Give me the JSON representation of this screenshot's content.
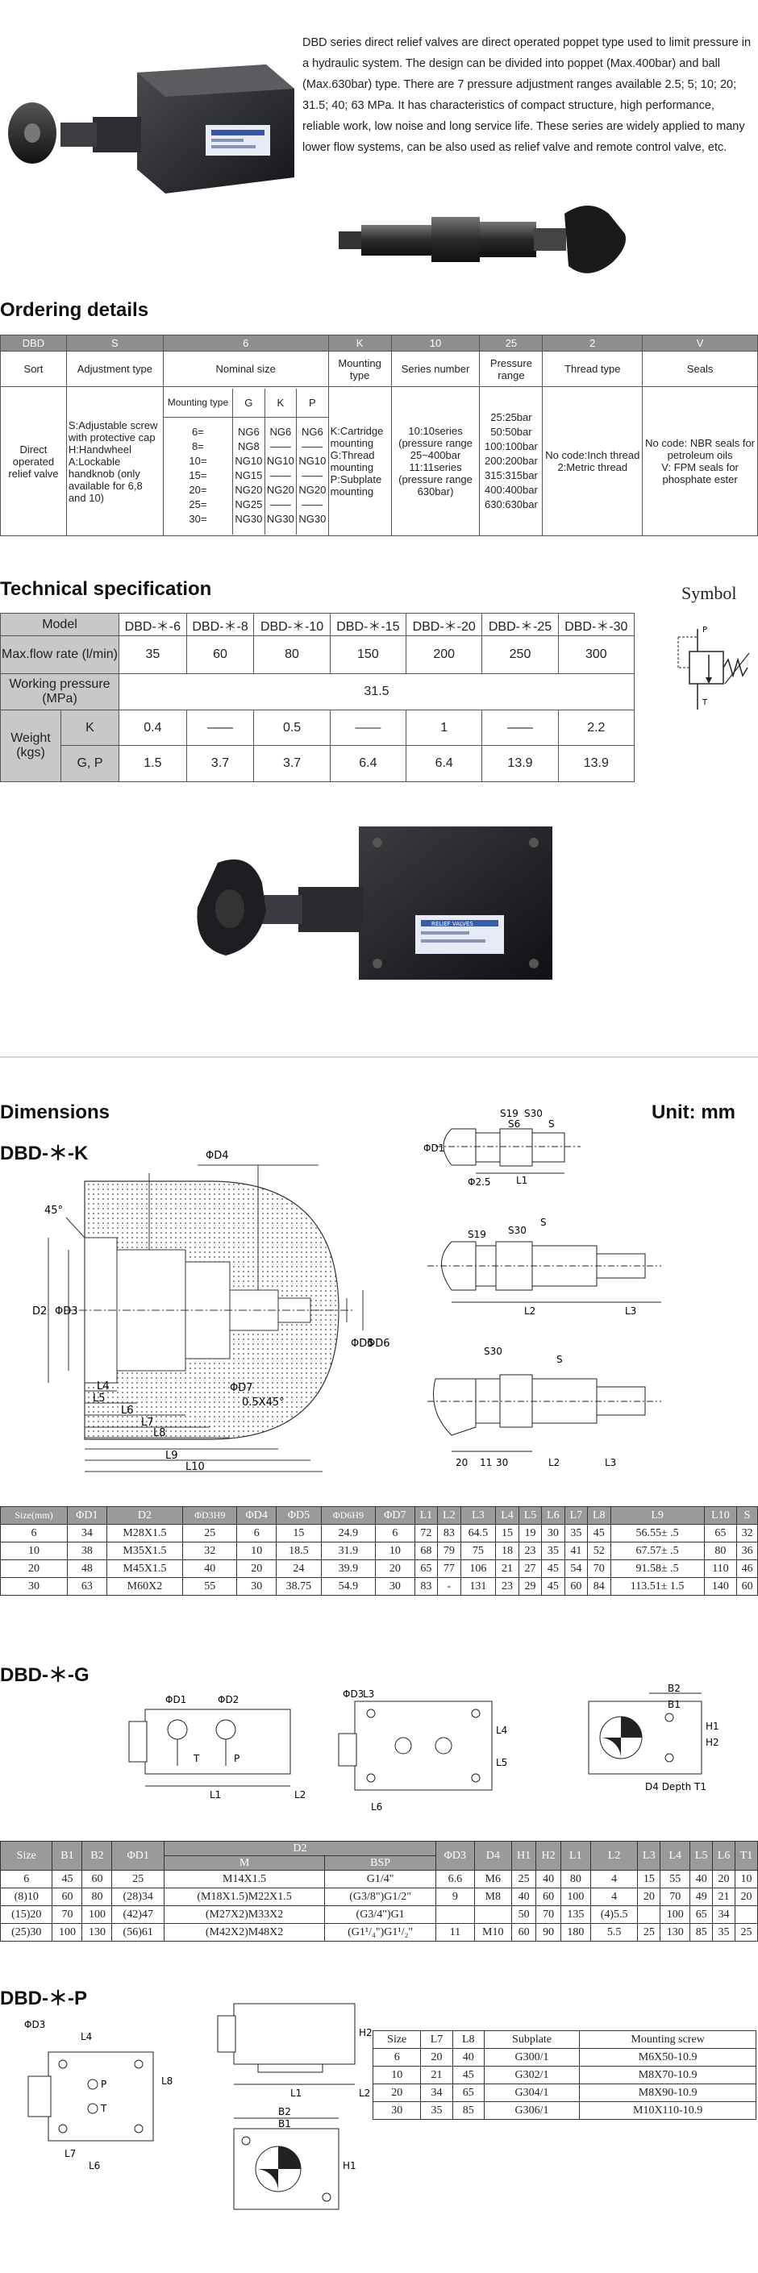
{
  "intro": {
    "text": "DBD series direct relief valves are direct operated poppet type used to limit pressure in a hydraulic system. The design can be divided into poppet (Max.400bar) and ball (Max.630bar) type. There are 7 pressure adjustment ranges available 2.5; 5; 10; 20; 31.5; 40; 63 MPa. It has characteristics of compact structure, high performance, reliable work, low noise and long service life. These series are widely applied to many lower flow systems, can be also used as relief valve and remote control valve, etc.",
    "label_plate": "RELIEF VALVES"
  },
  "ordering": {
    "title": "Ordering details",
    "code_row": [
      "DBD",
      "S",
      "6",
      "K",
      "10",
      "25",
      "2",
      "V"
    ],
    "head_row": [
      "Sort",
      "Adjustment type",
      "Nominal size",
      "Mounting type",
      "Series number",
      "Pressure range",
      "Thread type",
      "Seals"
    ],
    "sort": "Direct operated relief valve",
    "adjust": [
      "S:Adjustable screw with protective cap",
      "H:Handwheel",
      "A:Lockable handknob (only available for 6,8 and 10)"
    ],
    "nominal_head": [
      "Mounting type",
      "G",
      "K",
      "P"
    ],
    "nominal_rows": [
      [
        "6=",
        "NG6",
        "NG6",
        "NG6"
      ],
      [
        "8=",
        "NG8",
        "——",
        "——"
      ],
      [
        "10=",
        "NG10",
        "NG10",
        "NG10"
      ],
      [
        "15=",
        "NG15",
        "——",
        "——"
      ],
      [
        "20=",
        "NG20",
        "NG20",
        "NG20"
      ],
      [
        "25=",
        "NG25",
        "——",
        "——"
      ],
      [
        "30=",
        "NG30",
        "NG30",
        "NG30"
      ]
    ],
    "mounting": [
      "K:Cartridge mounting",
      "G:Thread mounting",
      "P:Subplate mounting"
    ],
    "series": [
      "10:10series (pressure range 25~400bar",
      "11:11series (pressure range 630bar)"
    ],
    "pressure": [
      "25:25bar",
      "50:50bar",
      "100:100bar",
      "200:200bar",
      "315:315bar",
      "400:400bar",
      "630:630bar"
    ],
    "thread": [
      "No code:Inch thread",
      "2:Metric thread"
    ],
    "seals": [
      "No code: NBR seals for petroleum oils",
      "V: FPM seals for phosphate ester"
    ]
  },
  "tech": {
    "title": "Technical specification",
    "symbol_label": "Symbol",
    "symbol_p": "P",
    "symbol_t": "T",
    "model_label": "Model",
    "models": [
      "DBD-＊-6",
      "DBD-＊-8",
      "DBD-＊-10",
      "DBD-＊-15",
      "DBD-＊-20",
      "DBD-＊-25",
      "DBD-＊-30"
    ],
    "flow_label": "Max.flow rate (l/min)",
    "flow": [
      "35",
      "60",
      "80",
      "150",
      "200",
      "250",
      "300"
    ],
    "wp_label": "Working pressure (MPa)",
    "wp": "31.5",
    "weight_label": "Weight (kgs)",
    "k_label": "K",
    "k": [
      "0.4",
      "——",
      "0.5",
      "——",
      "1",
      "——",
      "2.2"
    ],
    "gp_label": "G, P",
    "gp": [
      "1.5",
      "3.7",
      "3.7",
      "6.4",
      "6.4",
      "13.9",
      "13.9"
    ]
  },
  "dims": {
    "title": "Dimensions",
    "unit": "Unit: mm",
    "k_title": "DBD-＊-K",
    "k_labels": [
      "ΦD4",
      "45°",
      "D2",
      "ΦD3",
      "ΦD5",
      "ΦD6",
      "L4",
      "L5",
      "L6",
      "L7",
      "L8",
      "L9",
      "L10",
      "ΦD7",
      "0.5X45°",
      "ΦD1",
      "Φ2.5",
      "S19",
      "S6",
      "S30",
      "S",
      "L1",
      "L2",
      "L3",
      "20",
      "11",
      "30",
      "P",
      "T"
    ],
    "k_head": [
      "Size(mm)",
      "ΦD1",
      "D2",
      "ΦD3H9",
      "ΦD4",
      "ΦD5",
      "ΦD6H9",
      "ΦD7",
      "L1",
      "L2",
      "L3",
      "L4",
      "L5",
      "L6",
      "L7",
      "L8",
      "L9",
      "L10",
      "S"
    ],
    "k_rows": [
      [
        "6",
        "34",
        "M28X1.5",
        "25",
        "6",
        "15",
        "24.9",
        "6",
        "72",
        "83",
        "64.5",
        "15",
        "19",
        "30",
        "35",
        "45",
        "56.55± .5",
        "65",
        "32"
      ],
      [
        "10",
        "38",
        "M35X1.5",
        "32",
        "10",
        "18.5",
        "31.9",
        "10",
        "68",
        "79",
        "75",
        "18",
        "23",
        "35",
        "41",
        "52",
        "67.57± .5",
        "80",
        "36"
      ],
      [
        "20",
        "48",
        "M45X1.5",
        "40",
        "20",
        "24",
        "39.9",
        "20",
        "65",
        "77",
        "106",
        "21",
        "27",
        "45",
        "54",
        "70",
        "91.58± .5",
        "110",
        "46"
      ],
      [
        "30",
        "63",
        "M60X2",
        "55",
        "30",
        "38.75",
        "54.9",
        "30",
        "83",
        "-",
        "131",
        "23",
        "29",
        "45",
        "60",
        "84",
        "113.51± 1.5",
        "140",
        "60"
      ]
    ],
    "g_title": "DBD-＊-G",
    "g_labels": [
      "ΦD1",
      "ΦD2",
      "L1",
      "L2",
      "ΦD3",
      "L3",
      "L4",
      "L5",
      "L6",
      "B2",
      "B1",
      "H1",
      "H2",
      "D4 Depth T1",
      "P",
      "T"
    ],
    "g_head1": [
      "Size",
      "B1",
      "B2",
      "ΦD1",
      "D2",
      "ΦD3",
      "D4",
      "H1",
      "H2",
      "L1",
      "L2",
      "L3",
      "L4",
      "L5",
      "L6",
      "T1"
    ],
    "g_head2": [
      "M",
      "BSP"
    ],
    "g_rows": [
      [
        "6",
        "45",
        "60",
        "25",
        "M14X1.5",
        "G1/4\"",
        "6.6",
        "M6",
        "25",
        "40",
        "80",
        "4",
        "15",
        "55",
        "40",
        "20",
        "10"
      ],
      [
        "(8)10",
        "60",
        "80",
        "(28)34",
        "(M18X1.5)M22X1.5",
        "(G3/8\")G1/2\"",
        "9",
        "M8",
        "40",
        "60",
        "100",
        "4",
        "20",
        "70",
        "49",
        "21",
        "20"
      ],
      [
        "(15)20",
        "70",
        "100",
        "(42)47",
        "(M27X2)M33X2",
        "(G3/4\")G1",
        "",
        "",
        "50",
        "70",
        "135",
        "(4)5.5",
        "",
        "100",
        "65",
        "34",
        ""
      ],
      [
        "(25)30",
        "100",
        "130",
        "(56)61",
        "(M42X2)M48X2",
        "(G1¹/₄\")G1¹/₂\"",
        "11",
        "M10",
        "60",
        "90",
        "180",
        "5.5",
        "25",
        "130",
        "85",
        "35",
        "25"
      ]
    ],
    "p_title": "DBD-＊-P",
    "p_labels": [
      "ΦD3",
      "L4",
      "L1",
      "L2",
      "L6",
      "L7",
      "L8",
      "B2",
      "B1",
      "H1",
      "H2",
      "P",
      "T"
    ],
    "p_head": [
      "Size",
      "L7",
      "L8",
      "Subplate",
      "Mounting screw"
    ],
    "p_rows": [
      [
        "6",
        "20",
        "40",
        "G300/1",
        "M6X50-10.9"
      ],
      [
        "10",
        "21",
        "45",
        "G302/1",
        "M8X70-10.9"
      ],
      [
        "20",
        "34",
        "65",
        "G304/1",
        "M8X90-10.9"
      ],
      [
        "30",
        "35",
        "85",
        "G306/1",
        "M10X110-10.9"
      ]
    ]
  }
}
